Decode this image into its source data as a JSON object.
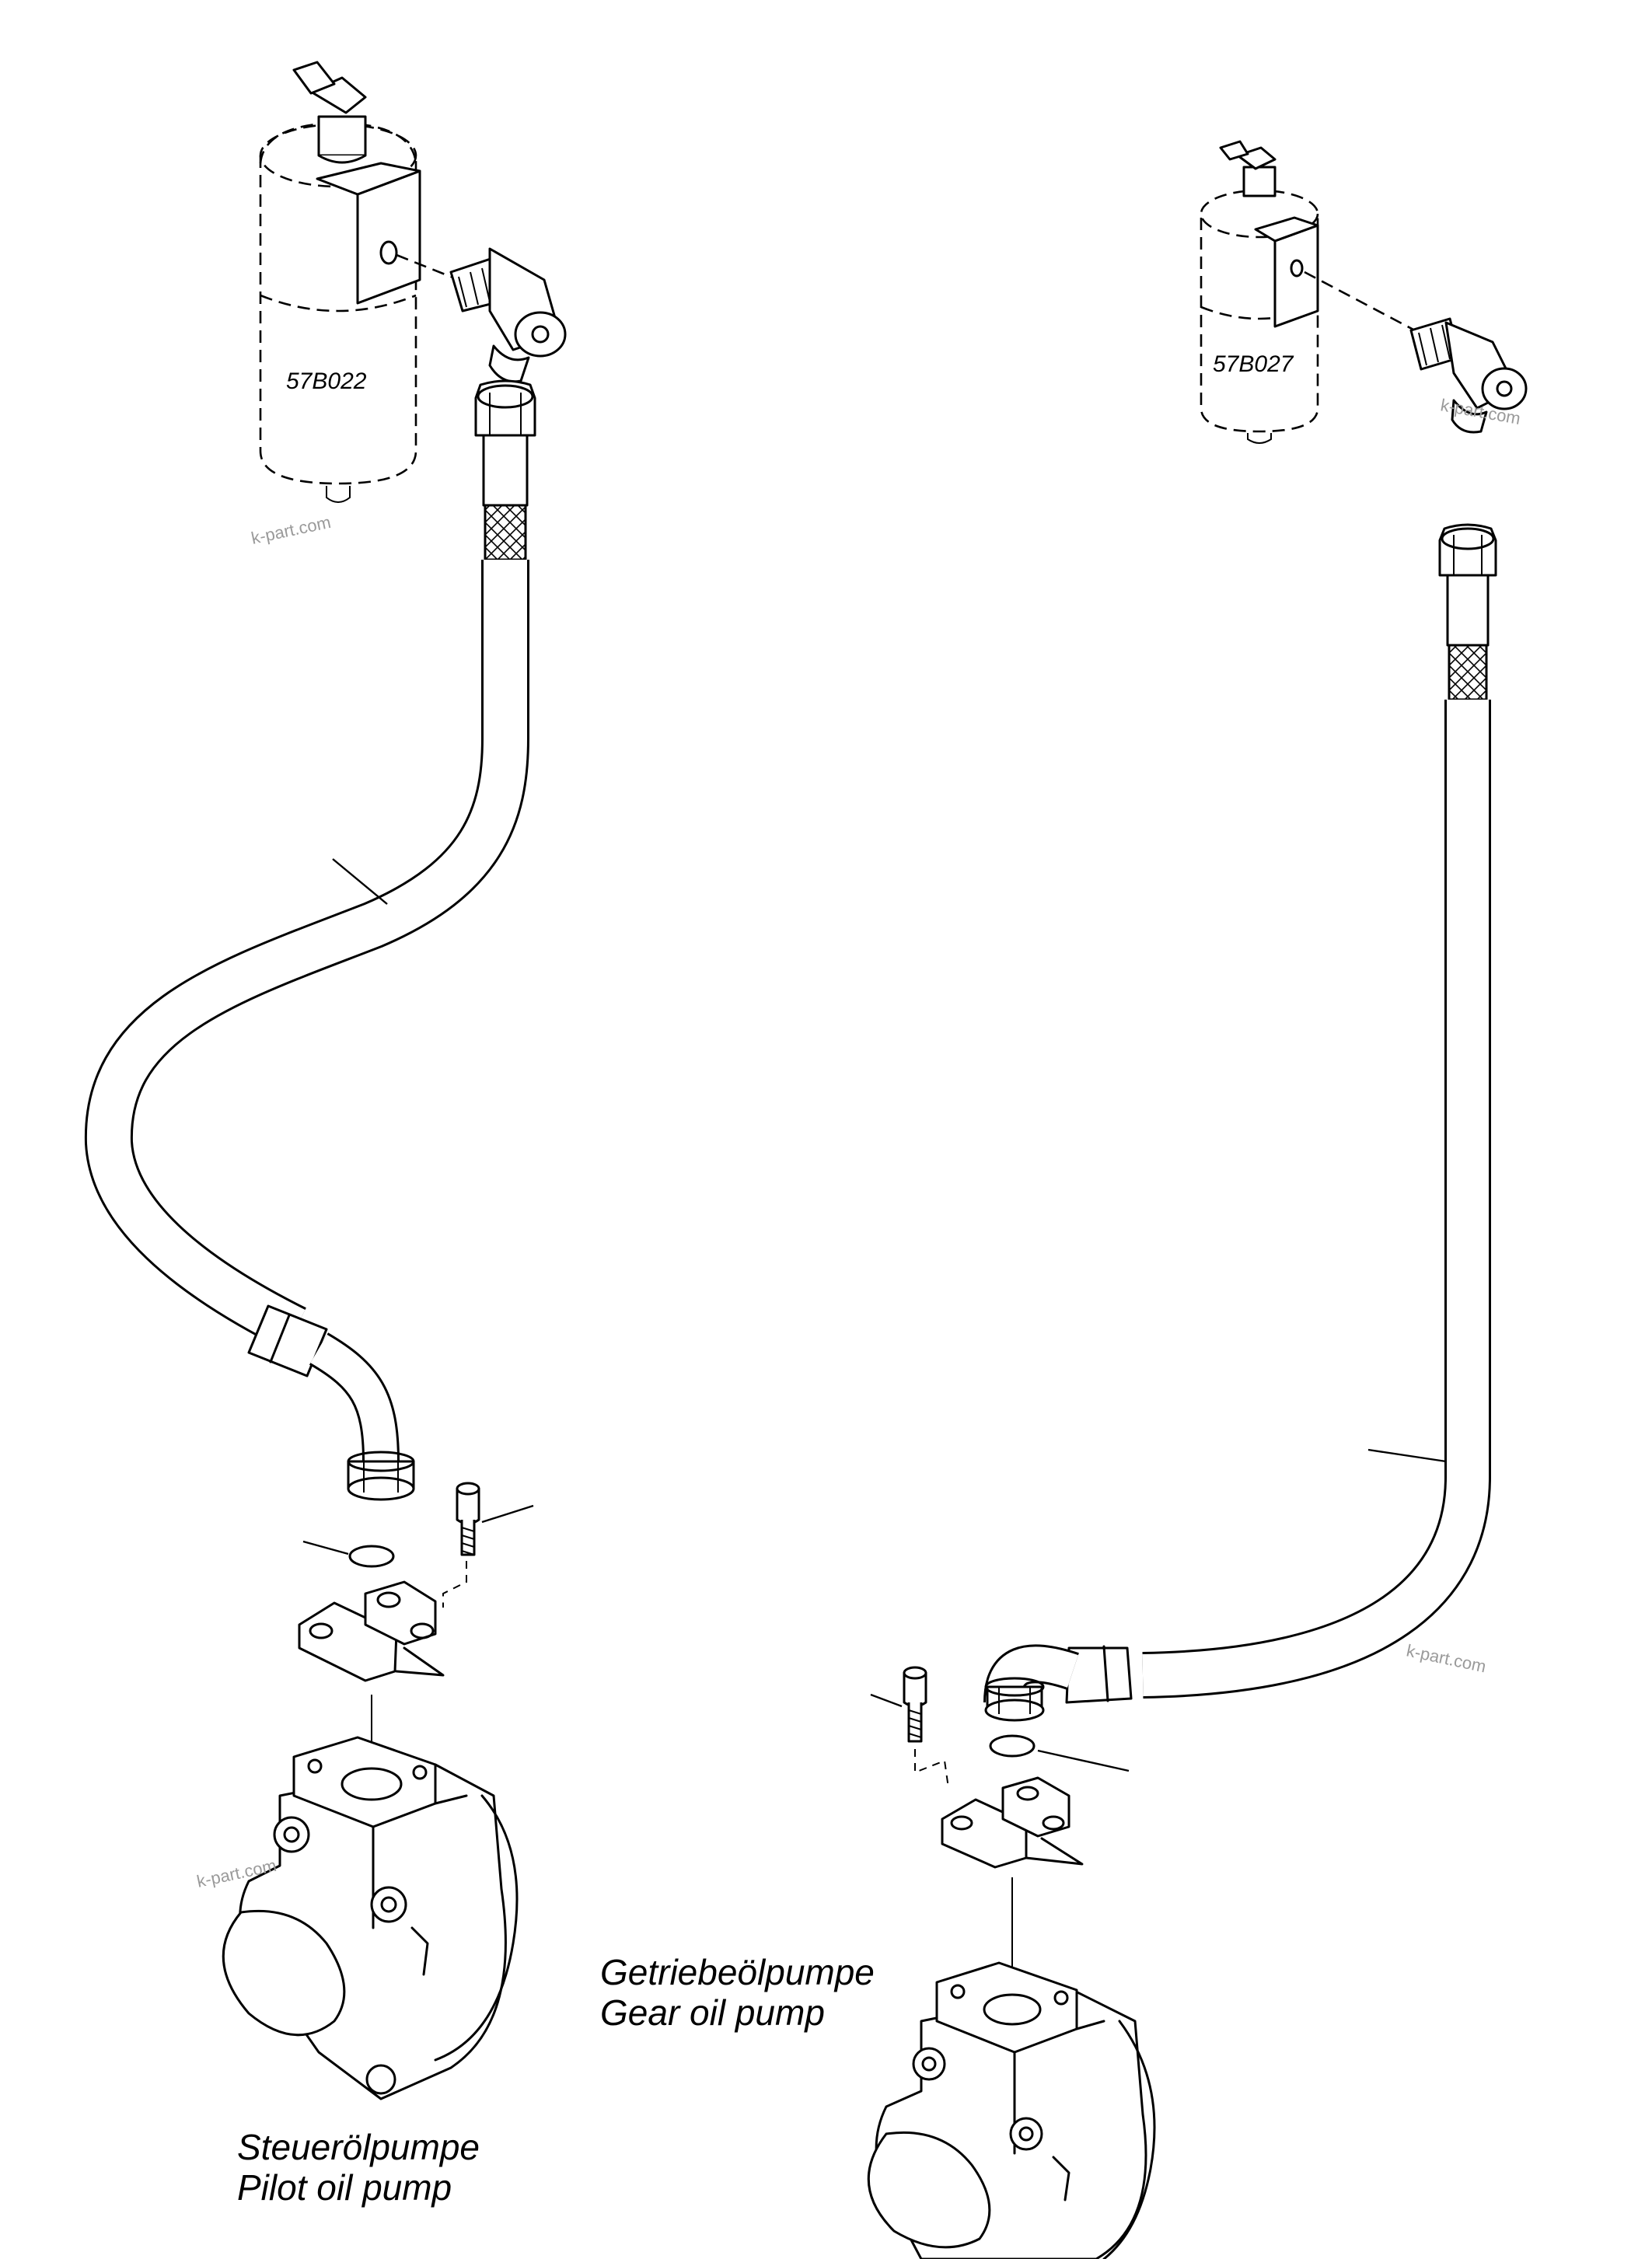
{
  "diagram": {
    "left_assembly": {
      "filter_ref": "57B022",
      "caption_de": "Steuerölpumpe",
      "caption_en": "Pilot oil pump"
    },
    "right_assembly": {
      "filter_ref": "57B027",
      "caption_de": "Getriebeölpumpe",
      "caption_en": "Gear oil pump"
    },
    "watermark": "k-part.com"
  }
}
